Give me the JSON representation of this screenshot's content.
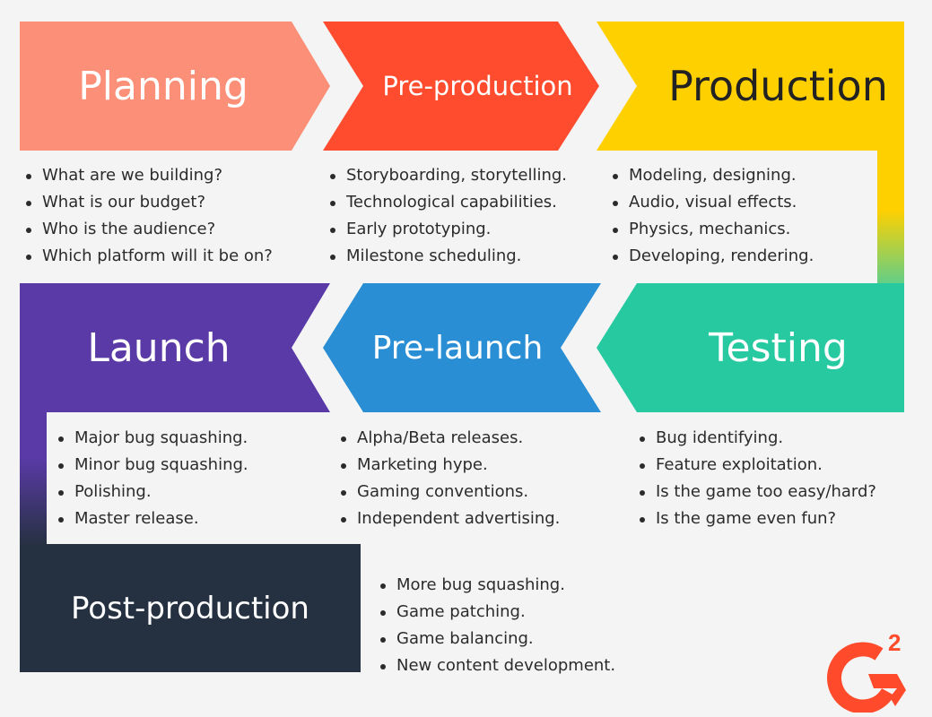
{
  "stages": [
    {
      "title": "Planning",
      "color": "#fc8f78",
      "items": [
        "What are we building?",
        "What is our budget?",
        "Who is the audience?",
        "Which platform will it be on?"
      ]
    },
    {
      "title": "Pre-production",
      "color": "#ff4b2e",
      "items": [
        "Storyboarding, storytelling.",
        "Technological capabilities.",
        "Early prototyping.",
        "Milestone scheduling."
      ]
    },
    {
      "title": "Production",
      "color": "#ffd000",
      "items": [
        "Modeling, designing.",
        "Audio, visual effects.",
        "Physics, mechanics.",
        "Developing, rendering."
      ]
    },
    {
      "title": "Testing",
      "color": "#27c9a1",
      "items": [
        "Bug identifying.",
        "Feature exploitation.",
        "Is the game too easy/hard?",
        "Is the game even fun?"
      ]
    },
    {
      "title": "Pre-launch",
      "color": "#2a8ed5",
      "items": [
        "Alpha/Beta releases.",
        "Marketing hype.",
        "Gaming conventions.",
        "Independent advertising."
      ]
    },
    {
      "title": "Launch",
      "color": "#5a3aa6",
      "items": [
        "Major bug squashing.",
        "Minor bug squashing.",
        "Polishing.",
        "Master release."
      ]
    },
    {
      "title": "Post-production",
      "color": "#253140",
      "items": [
        "More bug squashing.",
        "Game patching.",
        "Game balancing.",
        "New content development."
      ]
    }
  ],
  "logo": {
    "text": "G2",
    "color": "#ff4a2b"
  }
}
